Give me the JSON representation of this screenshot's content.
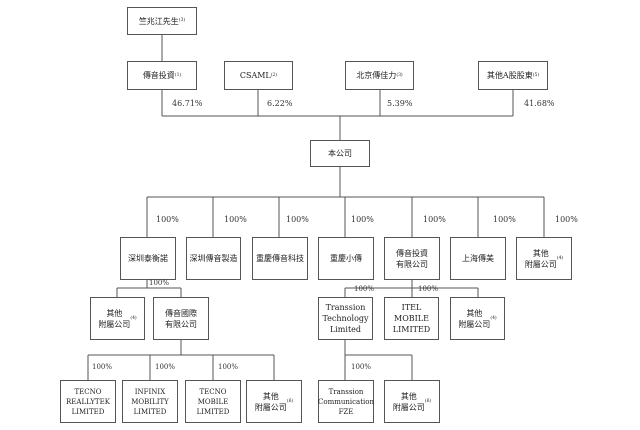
{
  "shareholders": {
    "founder": {
      "label": "竺兆江先生",
      "note": "(3)"
    },
    "items": [
      {
        "label": "傳音投資",
        "note": "(1)",
        "pct": "46.71%"
      },
      {
        "label": "CSAML",
        "note": "(2)",
        "pct": "6.22%"
      },
      {
        "label": "北京傳佳力",
        "note": "(3)",
        "pct": "5.39%"
      },
      {
        "label": "其他A股股東",
        "note": "(5)",
        "pct": "41.68%"
      }
    ]
  },
  "company": {
    "label": "本公司"
  },
  "subsidiaries": [
    {
      "label": "深圳泰衡諾",
      "note": "",
      "pct": "100%"
    },
    {
      "label": "深圳傳音製造",
      "note": "",
      "pct": "100%"
    },
    {
      "label": "重慶傳音科技",
      "note": "",
      "pct": "100%"
    },
    {
      "label": "重慶小傳",
      "note": "",
      "pct": "100%"
    },
    {
      "label": "傳音投資\n有限公司",
      "note": "",
      "pct": "100%"
    },
    {
      "label": "上海傳美",
      "note": "",
      "pct": "100%"
    },
    {
      "label": "其他\n附屬公司",
      "note": "(4)",
      "pct": "100%"
    }
  ],
  "shenzhen_children": {
    "pct": "100%",
    "items": [
      {
        "label": "其他\n附屬公司",
        "note": "(4)"
      },
      {
        "label": "傳音國際\n有限公司",
        "note": ""
      }
    ]
  },
  "intl_children": [
    {
      "label": "TECNO\nREALLYTEK\nLIMITED",
      "pct": "100%"
    },
    {
      "label": "INFINIX\nMOBILITY\nLIMITED",
      "pct": "100%"
    },
    {
      "label": "TECNO\nMOBILE\nLIMITED",
      "pct": "100%"
    },
    {
      "label": "其他\n附屬公司",
      "note": "(6)"
    }
  ],
  "invest_children": [
    {
      "label": "Transsion\nTechnology\nLimited",
      "pct": "100%"
    },
    {
      "label": "ITEL\nMOBILE\nLIMITED",
      "pct": "100%"
    },
    {
      "label": "其他\n附屬公司",
      "note": "(4)"
    }
  ],
  "tech_children": [
    {
      "label": "Transsion\nCommunication\nFZE",
      "pct": "100%"
    },
    {
      "label": "其他\n附屬公司",
      "note": "(6)"
    }
  ]
}
